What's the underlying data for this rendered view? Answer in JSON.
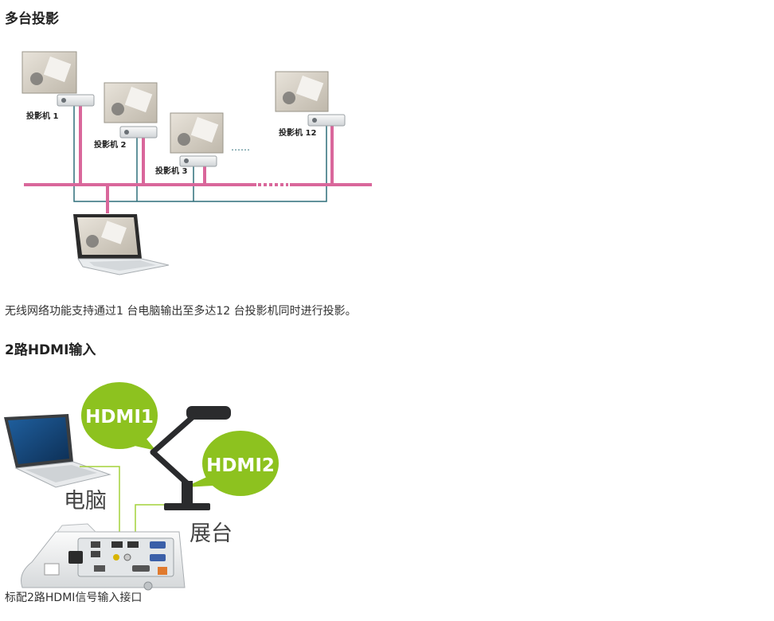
{
  "section1": {
    "title": "多台投影",
    "description": "无线网络功能支持通过1 台电脑输出至多达12 台投影机同时进行投影。",
    "projector_labels": [
      "投影机 1",
      "投影机 2",
      "投影机 3",
      "投影机 12"
    ],
    "ellipsis": "……"
  },
  "section2": {
    "title": "2路HDMI输入",
    "bubble1": "HDMI1",
    "bubble2": "HDMI2",
    "computer_label": "电脑",
    "camera_label": "展台",
    "caption": "标配2路HDMI信号输入接口"
  },
  "colors": {
    "network_pink": "#d9679b",
    "cable_teal": "#2e6f7a",
    "bubble_green": "#8dc21f",
    "lime_line": "#a4d23a"
  }
}
